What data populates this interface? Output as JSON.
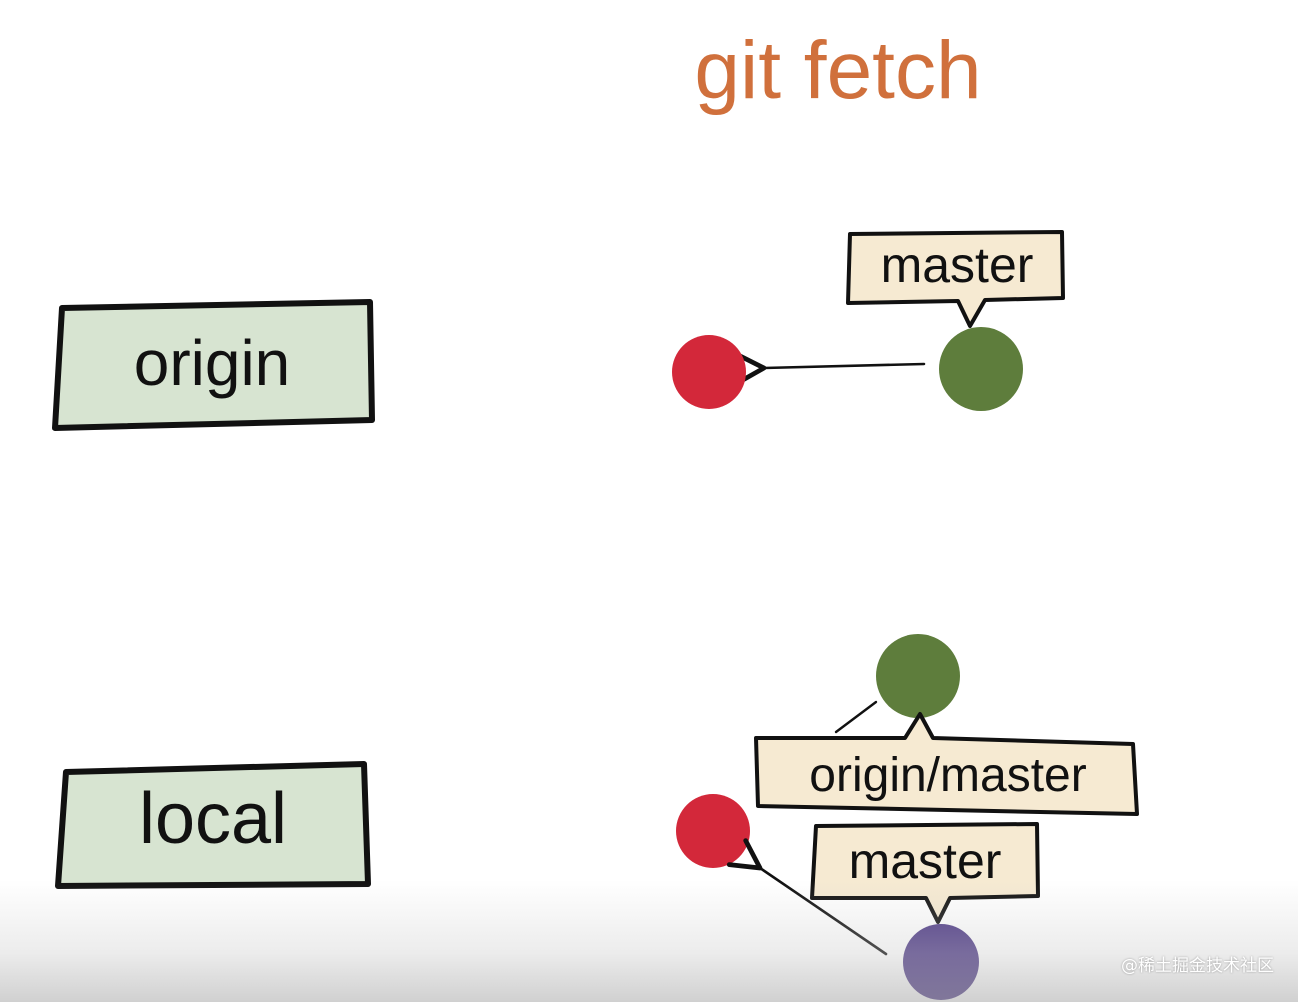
{
  "title": "git fetch",
  "sections": {
    "origin": {
      "label": "origin",
      "branch_label": "master"
    },
    "local": {
      "label": "local",
      "tracking_label": "origin/master",
      "branch_label": "master"
    }
  },
  "watermark": "@稀土掘金技术社区",
  "colors": {
    "title": "#d0703c",
    "box_fill": "#d7e4d1",
    "tag_fill": "#f6ead2",
    "commit_red": "#d3283a",
    "commit_green": "#5e7d3c",
    "commit_purple": "#4e3a86",
    "ink": "#111111"
  }
}
